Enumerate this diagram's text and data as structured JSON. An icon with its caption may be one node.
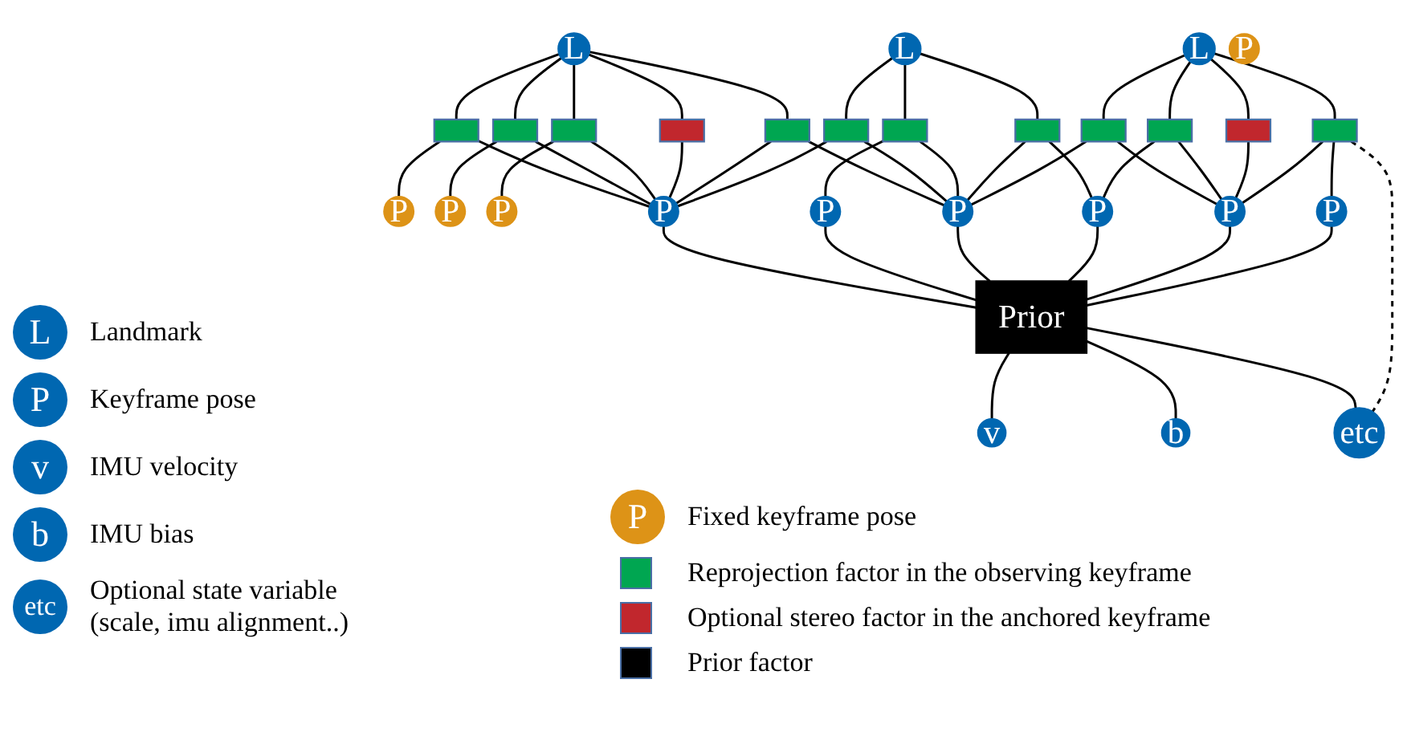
{
  "diagram": {
    "nodes": [
      {
        "text": [
          "L"
        ]
      },
      {
        "text": [
          "L"
        ]
      },
      {
        "text": [
          "L"
        ]
      },
      {
        "text": [],
        "shape": "box"
      },
      {
        "text": [],
        "shape": "box"
      },
      {
        "text": [],
        "shape": "box"
      },
      {
        "text": [],
        "shape": "box"
      },
      {
        "text": [],
        "shape": "box"
      },
      {
        "text": [],
        "shape": "box"
      },
      {
        "text": [],
        "shape": "box"
      },
      {
        "text": [],
        "shape": "box"
      },
      {
        "text": [],
        "shape": "box"
      },
      {
        "text": [],
        "shape": "box"
      },
      {
        "text": [],
        "shape": "box"
      },
      {
        "text": [],
        "shape": "box"
      },
      {
        "text": [
          "P"
        ]
      },
      {
        "text": [
          "P"
        ]
      },
      {
        "text": [
          "P"
        ]
      },
      {
        "text": [
          "P"
        ]
      },
      {
        "text": [
          "P"
        ]
      },
      {
        "text": [
          "P"
        ]
      },
      {
        "text": [
          "P"
        ]
      },
      {
        "text": [
          "P"
        ]
      },
      {
        "text": [
          "P"
        ]
      },
      {
        "text": [
          "P"
        ]
      },
      {
        "text": [
          "Prior"
        ]
      },
      {
        "text": [
          "v"
        ]
      },
      {
        "text": [
          "b"
        ]
      },
      {
        "text": [
          "etc"
        ]
      }
    ],
    "edges": [
      {
        "from": 0,
        "to": 3,
        "arrow": "none"
      },
      {
        "from": 0,
        "to": 4,
        "arrow": "none"
      },
      {
        "from": 0,
        "to": 5,
        "arrow": "none"
      },
      {
        "from": 0,
        "to": 6,
        "arrow": "none"
      },
      {
        "from": 0,
        "to": 7,
        "arrow": "none"
      },
      {
        "from": 1,
        "to": 8,
        "arrow": "none"
      },
      {
        "from": 1,
        "to": 9,
        "arrow": "none"
      },
      {
        "from": 1,
        "to": 10,
        "arrow": "none"
      },
      {
        "from": 2,
        "to": 11,
        "arrow": "none"
      },
      {
        "from": 2,
        "to": 12,
        "arrow": "none"
      },
      {
        "from": 2,
        "to": 13,
        "arrow": "none"
      },
      {
        "from": 2,
        "to": 14,
        "arrow": "none"
      },
      {
        "from": 3,
        "to": 15,
        "arrow": "none"
      },
      {
        "from": 3,
        "to": 19,
        "arrow": "none"
      },
      {
        "from": 4,
        "to": 17,
        "arrow": "none"
      },
      {
        "from": 4,
        "to": 19,
        "arrow": "none"
      },
      {
        "from": 5,
        "to": 18,
        "arrow": "none"
      },
      {
        "from": 5,
        "to": 19,
        "arrow": "none"
      },
      {
        "from": 6,
        "to": 19,
        "arrow": "none"
      },
      {
        "from": 7,
        "to": 19,
        "arrow": "none"
      },
      {
        "from": 7,
        "to": 21,
        "arrow": "none"
      },
      {
        "from": 8,
        "to": 19,
        "arrow": "none"
      },
      {
        "from": 8,
        "to": 21,
        "arrow": "none"
      },
      {
        "from": 9,
        "to": 20,
        "arrow": "none"
      },
      {
        "from": 9,
        "to": 21,
        "arrow": "none"
      },
      {
        "from": 10,
        "to": 21,
        "arrow": "none"
      },
      {
        "from": 10,
        "to": 22,
        "arrow": "none"
      },
      {
        "from": 11,
        "to": 21,
        "arrow": "none"
      },
      {
        "from": 11,
        "to": 23,
        "arrow": "none"
      },
      {
        "from": 12,
        "to": 22,
        "arrow": "none"
      },
      {
        "from": 12,
        "to": 23,
        "arrow": "none"
      },
      {
        "from": 13,
        "to": 23,
        "arrow": "none"
      },
      {
        "from": 14,
        "to": 23,
        "arrow": "none"
      },
      {
        "from": 14,
        "to": 24,
        "arrow": "none"
      },
      {
        "from": 19,
        "to": 25,
        "arrow": "none"
      },
      {
        "from": 20,
        "to": 25,
        "arrow": "none"
      },
      {
        "from": 21,
        "to": 25,
        "arrow": "none"
      },
      {
        "from": 22,
        "to": 25,
        "arrow": "none"
      },
      {
        "from": 23,
        "to": 25,
        "arrow": "none"
      },
      {
        "from": 24,
        "to": 25,
        "arrow": "none"
      },
      {
        "from": 25,
        "to": 26,
        "arrow": "none"
      },
      {
        "from": 25,
        "to": 27,
        "arrow": "none"
      },
      {
        "from": 25,
        "to": 28,
        "arrow": "none"
      },
      {
        "from": 14,
        "to": 28,
        "arrow": "none",
        "style": "dashed"
      }
    ],
    "labels": [
      "L",
      "P",
      "v",
      "b",
      "etc",
      "P"
    ],
    "legend": [
      {
        "text": "Landmark"
      },
      {
        "text": "Keyframe pose"
      },
      {
        "text": "IMU velocity"
      },
      {
        "text": "IMU bias"
      },
      {
        "text": "Optional state variable (scale, imu alignment..)"
      },
      {
        "text": "Fixed keyframe pose"
      },
      {
        "text": "Reprojection factor in the observing keyframe",
        "color": "#00a651"
      },
      {
        "text": "Optional stereo factor in the anchored keyframe",
        "color": "#c1272d"
      },
      {
        "text": "Prior factor",
        "color": "#000000"
      }
    ]
  }
}
